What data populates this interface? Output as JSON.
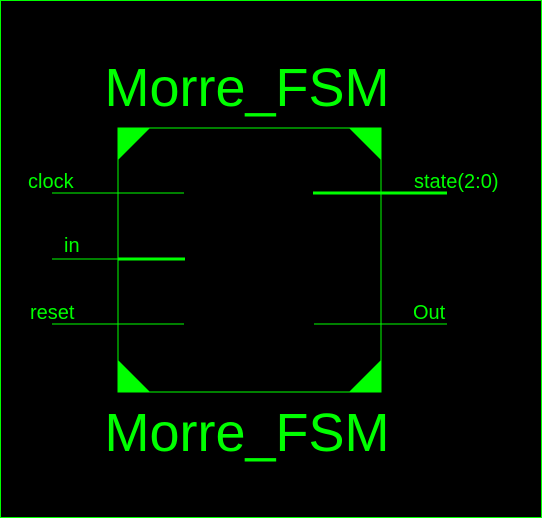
{
  "symbol": {
    "top_label": "Morre_FSM",
    "bottom_label": "Morre_FSM"
  },
  "pins": {
    "inputs": [
      {
        "name": "clock",
        "bus": false
      },
      {
        "name": "in",
        "bus": true
      },
      {
        "name": "reset",
        "bus": false
      }
    ],
    "outputs": [
      {
        "name": "state(2:0)",
        "bus": true
      },
      {
        "name": "Out",
        "bus": false
      }
    ]
  },
  "colors": {
    "background": "#000000",
    "foreground": "#00ff00"
  }
}
